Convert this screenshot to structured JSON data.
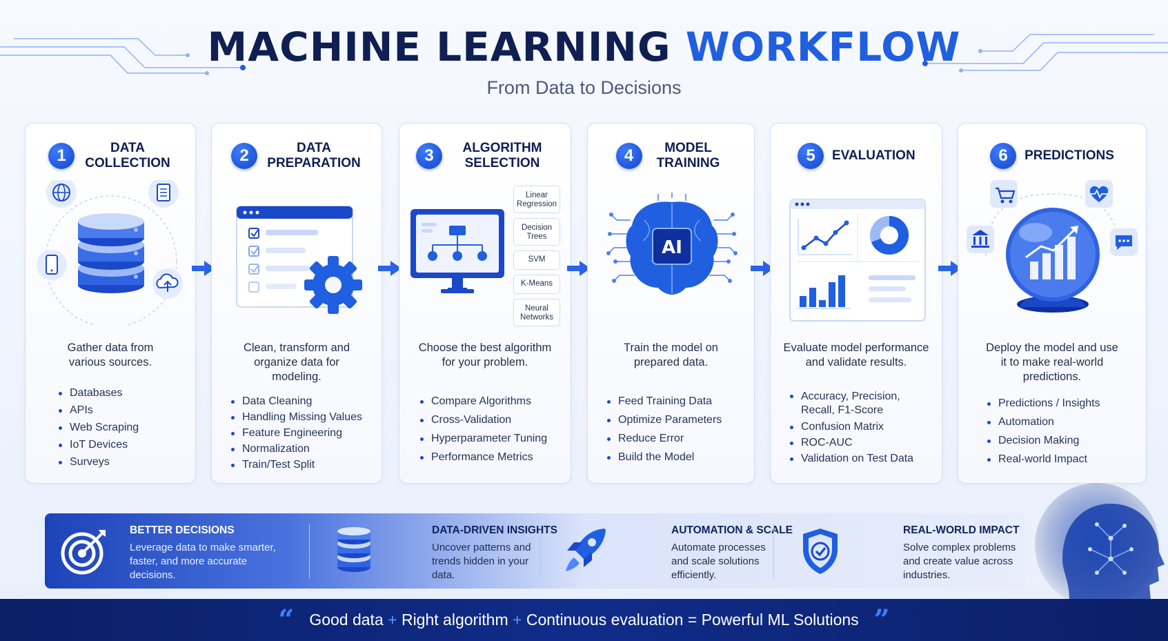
{
  "header": {
    "title_main": "MACHINE LEARNING",
    "title_accent": "WORKFLOW",
    "subtitle": "From Data to Decisions"
  },
  "steps": [
    {
      "number": "1",
      "title": "DATA COLLECTION",
      "description": "Gather data from various sources.",
      "bullets": [
        "Databases",
        "APIs",
        "Web Scraping",
        "IoT Devices",
        "Surveys"
      ],
      "icons": [
        "globe-icon",
        "document-icon",
        "smartphone-icon",
        "cloud-upload-icon",
        "database-icon"
      ]
    },
    {
      "number": "2",
      "title": "DATA PREPARATION",
      "description": "Clean, transform and organize data for modeling.",
      "bullets": [
        "Data Cleaning",
        "Handling Missing Values",
        "Feature Engineering",
        "Normalization",
        "Train/Test Split"
      ],
      "icons": [
        "checklist-window-icon",
        "gear-icon"
      ]
    },
    {
      "number": "3",
      "title": "ALGORITHM SELECTION",
      "description": "Choose the best algorithm for your problem.",
      "bullets": [
        "Compare Algorithms",
        "Cross-Validation",
        "Hyperparameter Tuning",
        "Performance Metrics"
      ],
      "algorithms": [
        "Linear Regression",
        "Decision Trees",
        "SVM",
        "K-Means",
        "Neural Networks"
      ],
      "icons": [
        "monitor-flowchart-icon"
      ]
    },
    {
      "number": "4",
      "title": "MODEL TRAINING",
      "description": "Train the model on prepared data.",
      "bullets": [
        "Feed Training Data",
        "Optimize Parameters",
        "Reduce Error",
        "Build the Model"
      ],
      "chip_label": "AI",
      "icons": [
        "ai-brain-icon"
      ]
    },
    {
      "number": "5",
      "title": "EVALUATION",
      "description": "Evaluate model performance and validate results.",
      "bullets": [
        "Accuracy, Precision, Recall, F1-Score",
        "Confusion Matrix",
        "ROC-AUC",
        "Validation on Test Data"
      ],
      "icons": [
        "dashboard-charts-icon"
      ]
    },
    {
      "number": "6",
      "title": "PREDICTIONS",
      "description": "Deploy the model and use it to make real-world predictions.",
      "bullets": [
        "Predictions / Insights",
        "Automation",
        "Decision Making",
        "Real-world Impact"
      ],
      "icons": [
        "shopping-cart-icon",
        "heart-pulse-icon",
        "bank-icon",
        "chat-bubble-icon",
        "crystal-ball-icon"
      ]
    }
  ],
  "benefits": [
    {
      "title": "BETTER DECISIONS",
      "text": "Leverage data to make smarter, faster, and more accurate decisions.",
      "icon": "target-icon"
    },
    {
      "title": "DATA-DRIVEN INSIGHTS",
      "text": "Uncover patterns and trends hidden in your data.",
      "icon": "database-icon"
    },
    {
      "title": "AUTOMATION & SCALE",
      "text": "Automate processes and scale solutions efficiently.",
      "icon": "rocket-icon"
    },
    {
      "title": "REAL-WORLD IMPACT",
      "text": "Solve complex problems and create value across industries.",
      "icon": "shield-check-icon"
    }
  ],
  "footer": {
    "part1": "Good data",
    "plus1": "+",
    "part2": "Right algorithm",
    "plus2": "+",
    "part3": "Continuous evaluation = Powerful ML Solutions",
    "quote_open": "“",
    "quote_close": "”"
  },
  "colors": {
    "primary": "#1f5fe0",
    "navy": "#0f1f52",
    "footer_bg": "#0b1f66"
  }
}
